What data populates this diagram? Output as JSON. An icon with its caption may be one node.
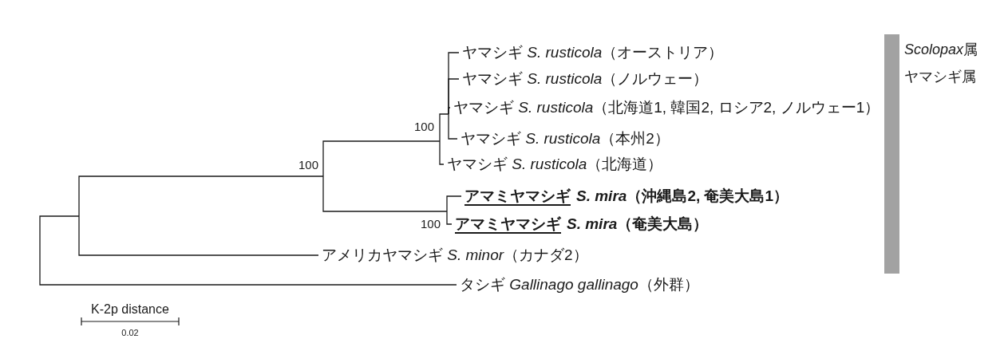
{
  "diagram": {
    "nodes": [
      {
        "text": [
          "ヤマシギ *S. rusticola*（オーストリア）"
        ]
      },
      {
        "text": [
          "ヤマシギ *S. rusticola*（ノルウェー）"
        ]
      },
      {
        "text": [
          "ヤマシギ *S. rusticola*（北海道1, 韓国2, ロシア2, ノルウェー1）"
        ]
      },
      {
        "text": [
          "ヤマシギ *S. rusticola*（本州2）"
        ]
      },
      {
        "text": [
          "ヤマシギ *S. rusticola*（北海道）"
        ]
      },
      {
        "text": [
          "アマミヤマシギ",
          "*S. mira*（沖縄島2, 奄美大島1）"
        ]
      },
      {
        "text": [
          "アマミヤマシギ",
          "*S. mira*（奄美大島）"
        ]
      },
      {
        "text": [
          "アメリカヤマシギ *S. minor*（カナダ2）"
        ]
      },
      {
        "text": [
          "タシギ *Gallinago gallinago*（外群）"
        ]
      },
      {
        "text": [],
        "shape": "bar",
        "beside": [
          "*Scolopax*​属",
          "ヤマシギ属"
        ]
      }
    ],
    "edges": [
      {
        "from": null,
        "to": 0,
        "arrow": "none"
      },
      {
        "from": null,
        "to": 1,
        "arrow": "none"
      },
      {
        "from": null,
        "to": 2,
        "arrow": "none"
      },
      {
        "from": null,
        "to": 3,
        "arrow": "none"
      },
      {
        "from": null,
        "to": 4,
        "arrow": "none"
      },
      {
        "from": null,
        "to": 5,
        "arrow": "none"
      },
      {
        "from": null,
        "to": 6,
        "arrow": "none"
      },
      {
        "from": null,
        "to": 7,
        "arrow": "none"
      },
      {
        "from": null,
        "to": 8,
        "arrow": "none"
      }
    ],
    "labels": [
      "100",
      "100",
      "100",
      "K-2p distance",
      "0.02"
    ]
  }
}
